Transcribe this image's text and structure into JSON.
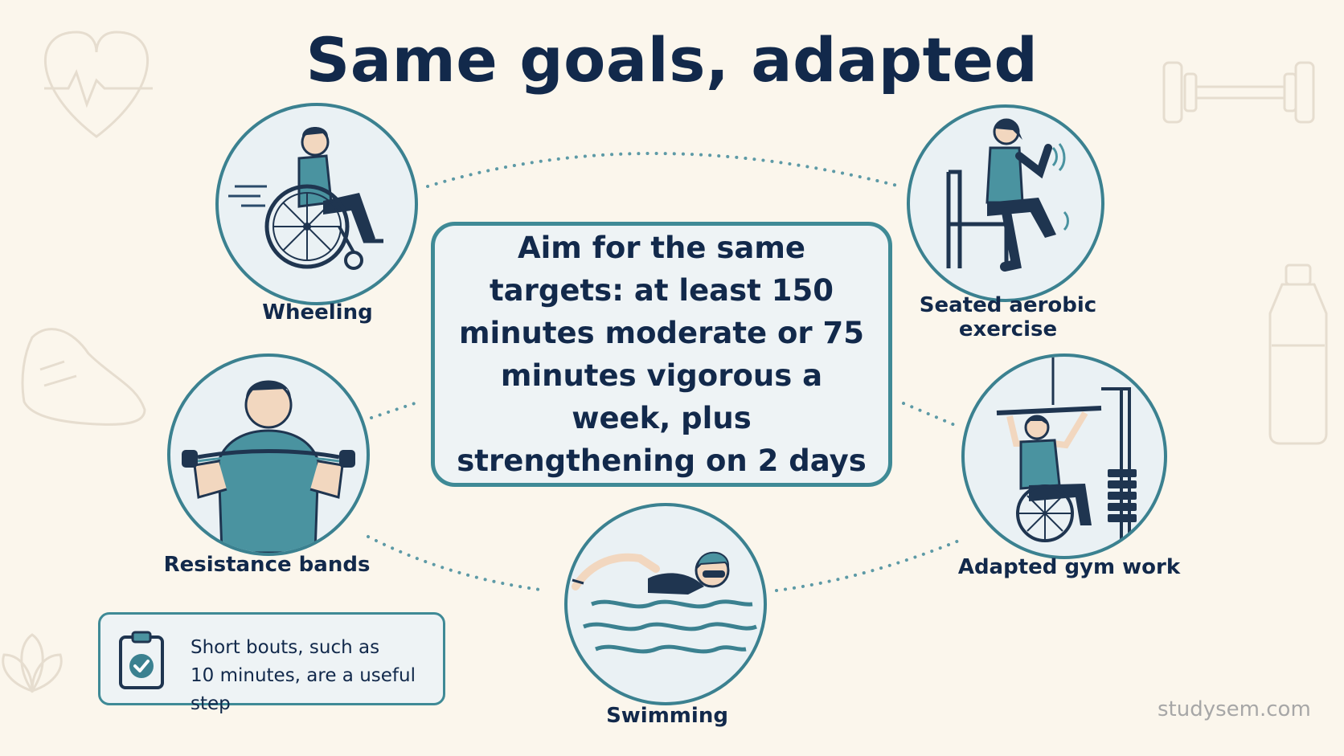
{
  "title": "Same goals, adapted",
  "center_text": "Aim for the same targets: at least 150 minutes moderate or 75 minutes vigorous a week, plus strengthening on 2 days",
  "activities": {
    "wheeling": "Wheeling",
    "seated_aerobic": "Seated aerobic exercise",
    "resistance_bands": "Resistance bands",
    "adapted_gym": "Adapted gym work",
    "swimming": "Swimming"
  },
  "tip": {
    "line1": "Short bouts, such as",
    "line2": "10 minutes, are a useful step"
  },
  "watermark": "studysem.com",
  "colors": {
    "background": "#fbf6ec",
    "accent": "#3f8a96",
    "text": "#12294b",
    "teal": "#4a93a0"
  }
}
